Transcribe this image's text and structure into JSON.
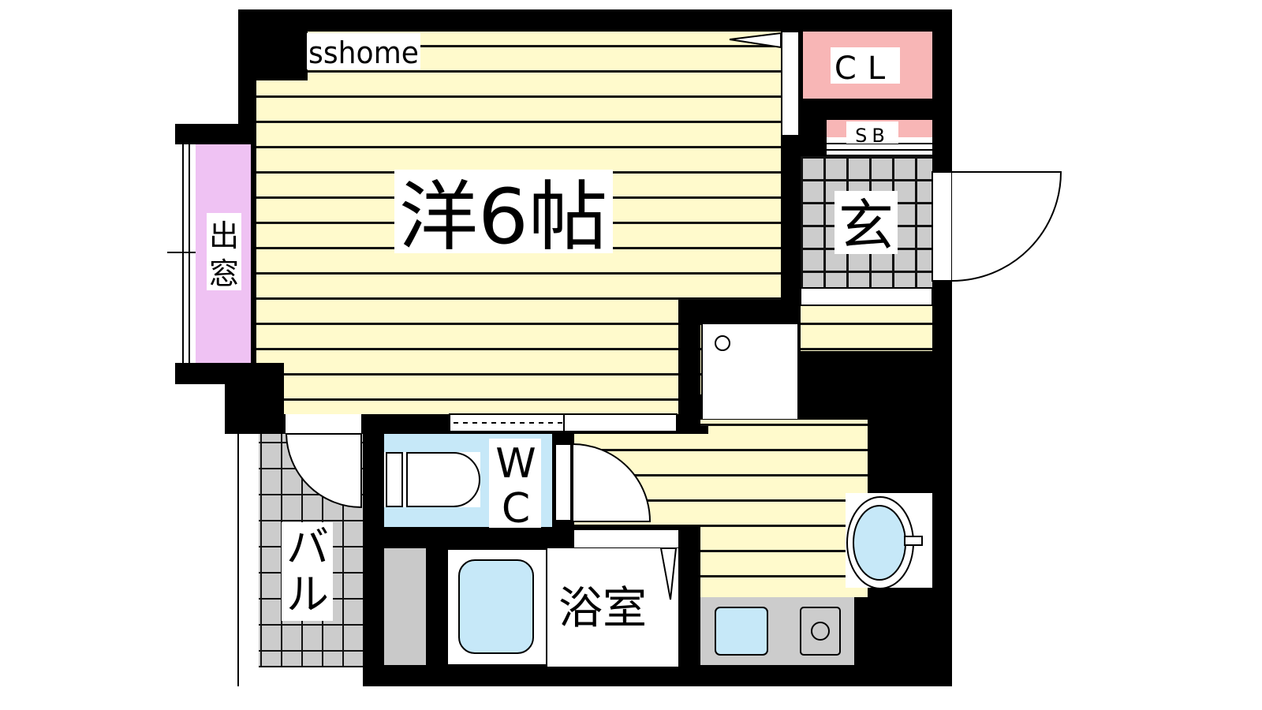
{
  "watermark": "sshome",
  "rooms": {
    "main_room": "洋6帖",
    "closet": "CL",
    "shoe_box": "SB",
    "entrance": "玄",
    "bay_window": [
      "出",
      "窓"
    ],
    "toilet": [
      "W",
      "C"
    ],
    "balcony": [
      "バ",
      "ル"
    ],
    "bathroom": "浴室"
  },
  "colors": {
    "floor": "#fffacc",
    "closet": "#f8b6b6",
    "bay_window": "#efc2f3",
    "wet_area": "#c6e8f8",
    "tile": "#cccccc",
    "wall": "#000000"
  }
}
